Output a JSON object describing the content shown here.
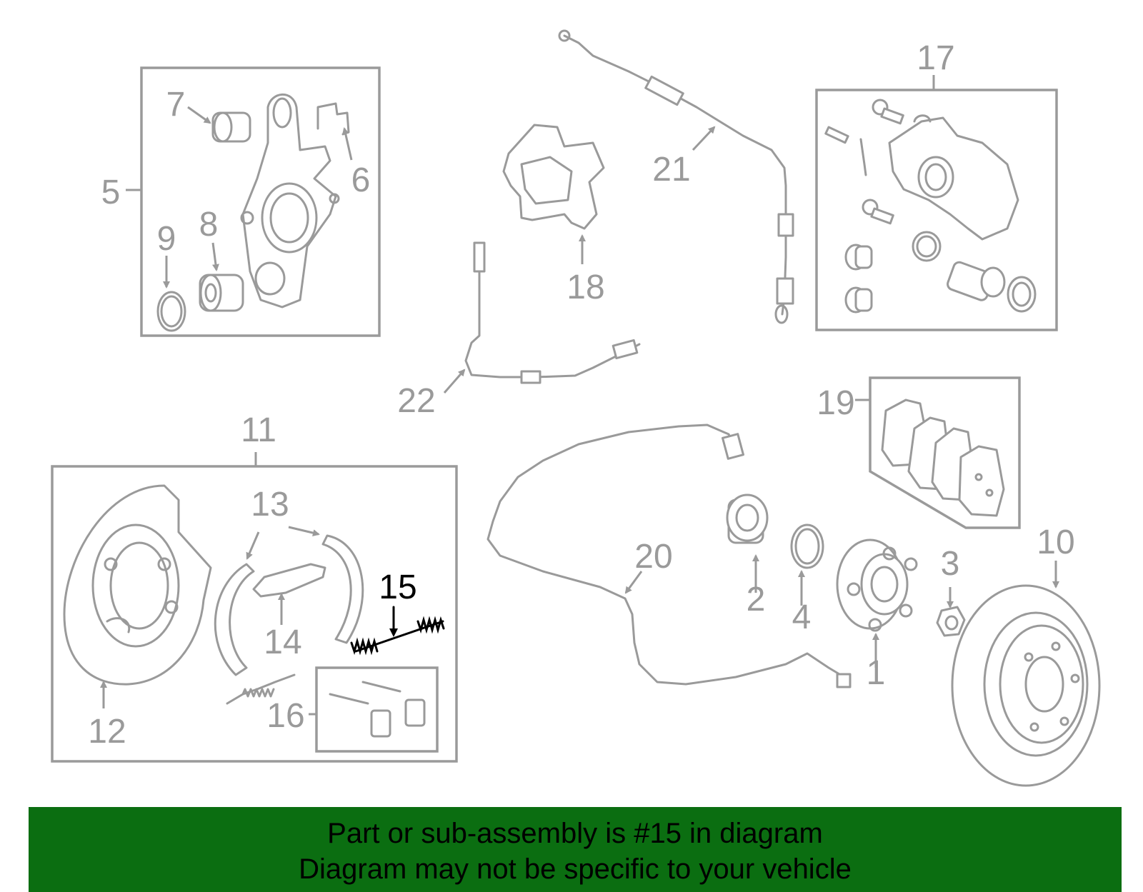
{
  "highlight_part": "15",
  "colors": {
    "line": "#9a9a9a",
    "highlight": "#000000",
    "banner": "#0b6e11"
  },
  "labels": {
    "p1": "1",
    "p2": "2",
    "p3": "3",
    "p4": "4",
    "p5": "5",
    "p6": "6",
    "p7": "7",
    "p8": "8",
    "p9": "9",
    "p10": "10",
    "p11": "11",
    "p12": "12",
    "p13": "13",
    "p14": "14",
    "p15": "15",
    "p16": "16",
    "p17": "17",
    "p18": "18",
    "p19": "19",
    "p20": "20",
    "p21": "21",
    "p22": "22"
  },
  "footer": {
    "line1": "Part or sub-assembly is #15 in diagram",
    "line2": "Diagram may not be specific to your vehicle"
  }
}
